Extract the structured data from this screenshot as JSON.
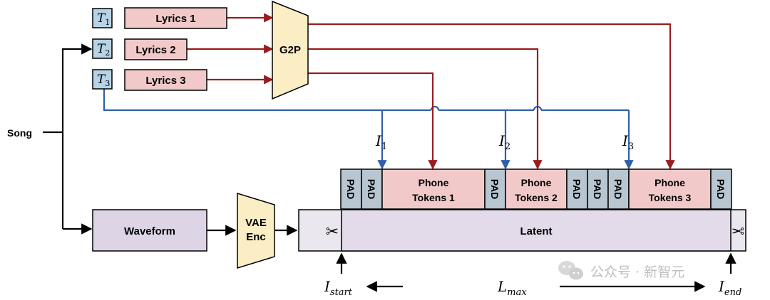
{
  "inputs": {
    "song": "Song",
    "time_tags": [
      {
        "symbol": "T",
        "sub": "1"
      },
      {
        "symbol": "T",
        "sub": "2"
      },
      {
        "symbol": "T",
        "sub": "3"
      }
    ],
    "lyrics": [
      "Lyrics 1",
      "Lyrics 2",
      "Lyrics 3"
    ]
  },
  "g2p": "G2P",
  "waveform": "Waveform",
  "vae": {
    "line1": "VAE",
    "line2": "Enc"
  },
  "latent": "Latent",
  "intervals": [
    {
      "symbol": "I",
      "sub": "1"
    },
    {
      "symbol": "I",
      "sub": "2"
    },
    {
      "symbol": "I",
      "sub": "3"
    }
  ],
  "token_row": {
    "pad": "PAD",
    "phone_tokens": [
      {
        "line1": "Phone",
        "line2": "Tokens 1"
      },
      {
        "line1": "Phone",
        "line2": "Tokens 2"
      },
      {
        "line1": "Phone",
        "line2": "Tokens 3"
      }
    ]
  },
  "bottom": {
    "start": {
      "symbol": "I",
      "sub": "start"
    },
    "length": {
      "symbol": "L",
      "sub": "max"
    },
    "end": {
      "symbol": "I",
      "sub": "end"
    }
  },
  "watermark": "公众号 · 新智元",
  "colors": {
    "red_arrow": "#9b1c1c",
    "blue_arrow": "#2f5fa8",
    "time_tag_fill": "#b7d3e6",
    "lyrics_fill": "#f2c9c9",
    "g2p_fill": "#fbedc4",
    "waveform_fill": "#ddd5e6",
    "latent_fill": "#e3dbe9",
    "latent_outer_fill": "#ebe7ee",
    "pad_fill": "#b7c6d1",
    "phone_fill": "#f2c9c9"
  }
}
